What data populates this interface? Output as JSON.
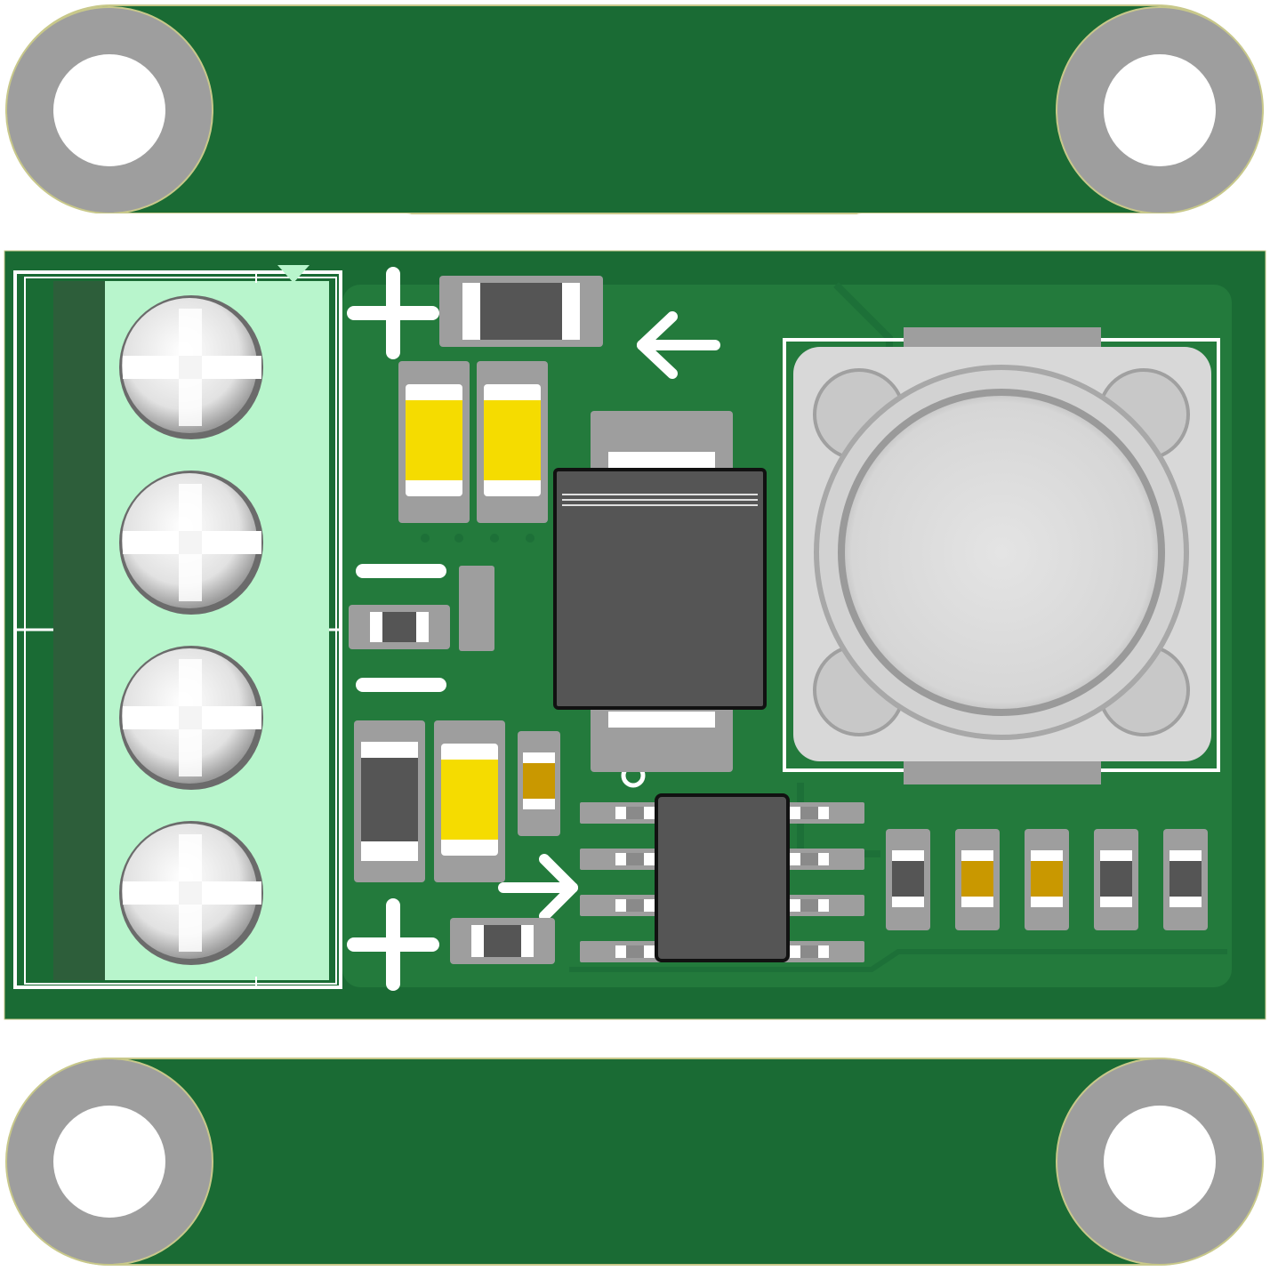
{
  "board": {
    "colors": {
      "soldermask": "#1a6b34",
      "soldermask_light": "#237a3c",
      "silkscreen": "#ffffff",
      "pad": "#9e9e9e",
      "pad_light": "#bdbdbd",
      "ic_body": "#555555",
      "ic_outline": "#111111",
      "cap_yellow": "#f5dc00",
      "res_tan": "#c99800",
      "terminal_body": "#b8f5cc",
      "terminal_dark": "#2d5e3a",
      "inductor": "#d8d8d8",
      "hole": "#ffffff"
    },
    "silkscreen_marks": {
      "plus_top": "+",
      "plus_bottom": "+",
      "minus_a": "−",
      "minus_b": "−",
      "arrow_left": "←",
      "arrow_right": "→"
    },
    "icons": {
      "mounting_hole": "mounting-hole-icon",
      "screw": "screw-head-icon",
      "inductor": "inductor-icon",
      "ic": "chip-icon"
    },
    "terminal": {
      "positions": 4
    },
    "resistor_row": {
      "count": 5
    },
    "ic_pins_per_side": 4
  }
}
